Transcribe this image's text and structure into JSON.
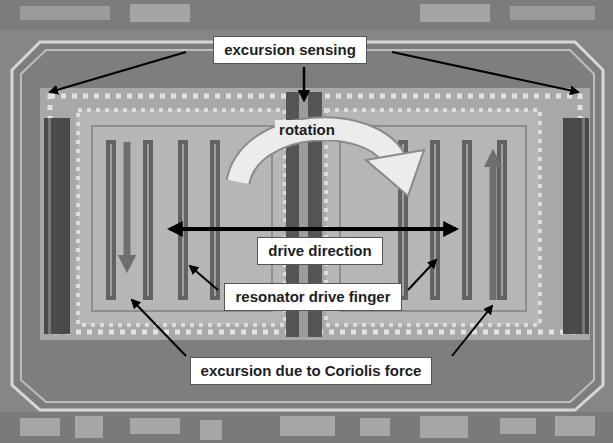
{
  "diagram": {
    "nodes": [
      {
        "text": [
          "excursion sensing"
        ]
      },
      {
        "text": [
          "drive direction"
        ]
      },
      {
        "text": [
          "resonator drive finger"
        ]
      },
      {
        "text": [
          "excursion due to Coriolis force"
        ]
      }
    ],
    "edges": [],
    "labels": [
      "rotation"
    ]
  }
}
